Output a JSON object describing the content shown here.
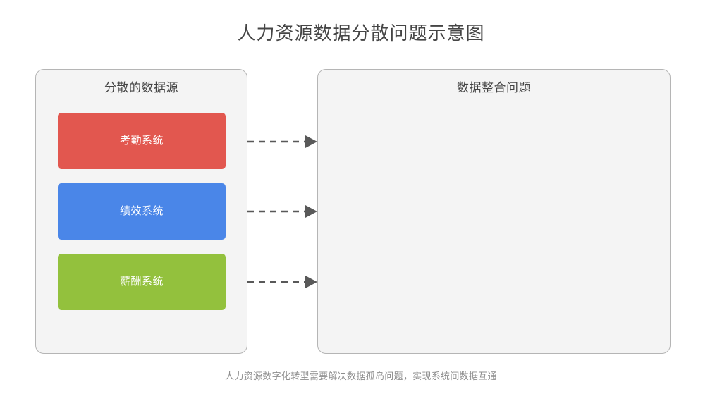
{
  "title": "人力资源数据分散问题示意图",
  "footer_note": "人力资源数字化转型需要解决数据孤岛问题，实现系统间数据互通",
  "panels": {
    "sources": {
      "header": "分散的数据源",
      "background": "#f4f4f4",
      "border_color": "#b5b5b5",
      "boxes": [
        {
          "label": "考勤系统",
          "color": "#e2574f",
          "text_color": "#ffffff"
        },
        {
          "label": "绩效系统",
          "color": "#4a86e8",
          "text_color": "#ffffff"
        },
        {
          "label": "薪酬系统",
          "color": "#93c13d",
          "text_color": "#ffffff"
        }
      ]
    },
    "problems": {
      "header": "数据整合问题",
      "background": "#f4f4f4",
      "border_color": "#b5b5b5",
      "items": []
    }
  },
  "connectors": {
    "style": "dashed",
    "color": "#595959",
    "arrowhead": "solid-triangle",
    "count": 3,
    "from": "分散的数据源",
    "to": "数据整合问题"
  },
  "colors": {
    "page_background": "#ffffff",
    "title_text": "#454545",
    "header_text": "#444444",
    "footer_text": "#8d8d8d"
  }
}
